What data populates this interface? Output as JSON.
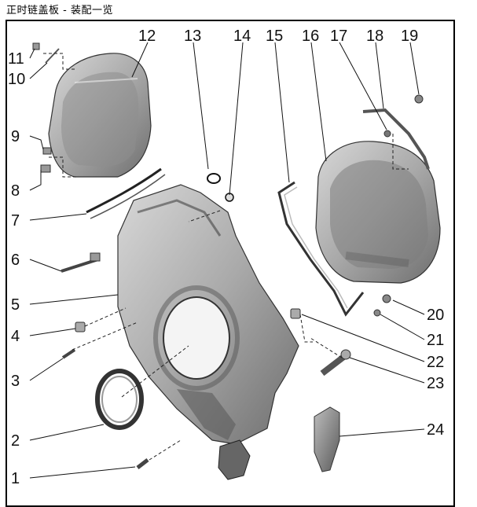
{
  "page_title": "正时链盖板 - 装配一览",
  "part_labels": [
    "1",
    "2",
    "3",
    "4",
    "5",
    "6",
    "7",
    "8",
    "9",
    "10",
    "11",
    "12",
    "13",
    "14",
    "15",
    "16",
    "17",
    "18",
    "19",
    "20",
    "21",
    "22",
    "23",
    "24"
  ]
}
